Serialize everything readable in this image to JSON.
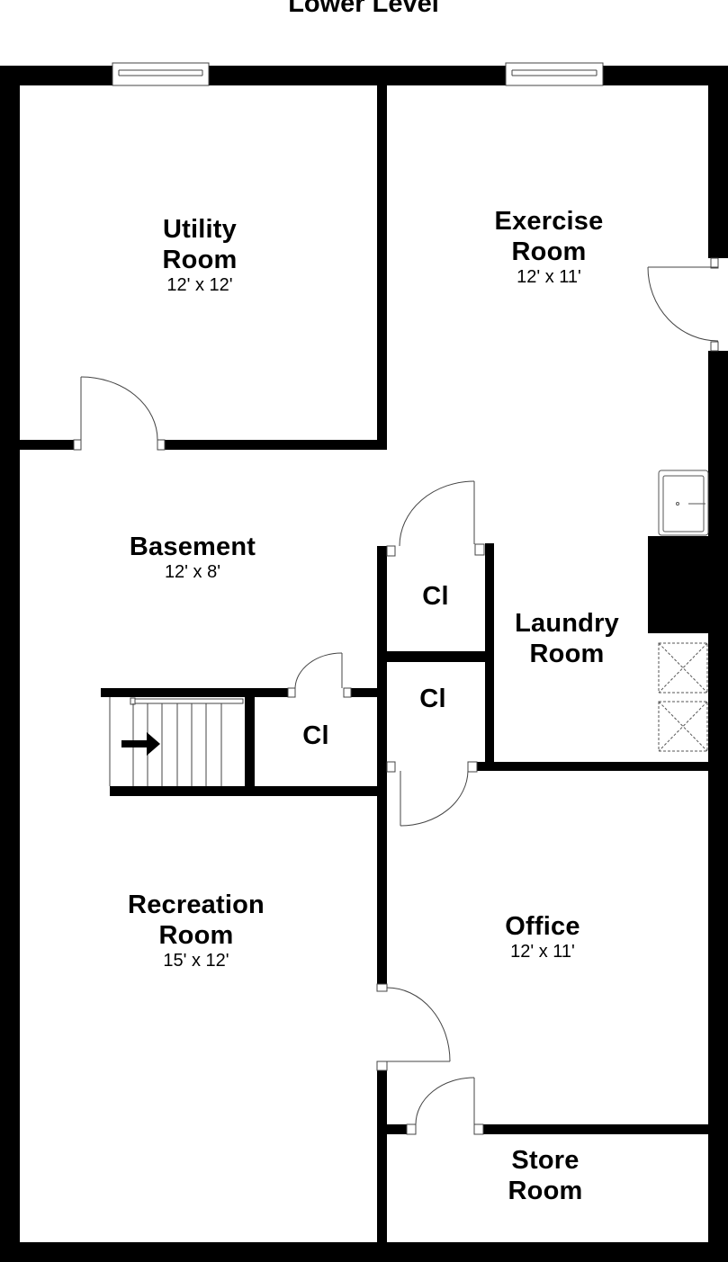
{
  "title": "Lower Level",
  "rooms": {
    "utility": {
      "name_1": "Utility",
      "name_2": "Room",
      "dimensions": "12' x 12'"
    },
    "exercise": {
      "name_1": "Exercise",
      "name_2": "Room",
      "dimensions": "12' x 11'"
    },
    "basement": {
      "name_1": "Basement",
      "dimensions": "12' x 8'"
    },
    "laundry": {
      "name_1": "Laundry",
      "name_2": "Room"
    },
    "closet_upper": {
      "name_1": "Cl"
    },
    "closet_middle": {
      "name_1": "Cl"
    },
    "closet_stair": {
      "name_1": "Cl"
    },
    "recreation": {
      "name_1": "Recreation",
      "name_2": "Room",
      "dimensions": "15' x 12'"
    },
    "office": {
      "name_1": "Office",
      "dimensions": "12' x 11'"
    },
    "store": {
      "name_1": "Store",
      "name_2": "Room"
    }
  },
  "colors": {
    "wall": "#000000",
    "background": "#ffffff",
    "fixture_line": "#555555"
  }
}
